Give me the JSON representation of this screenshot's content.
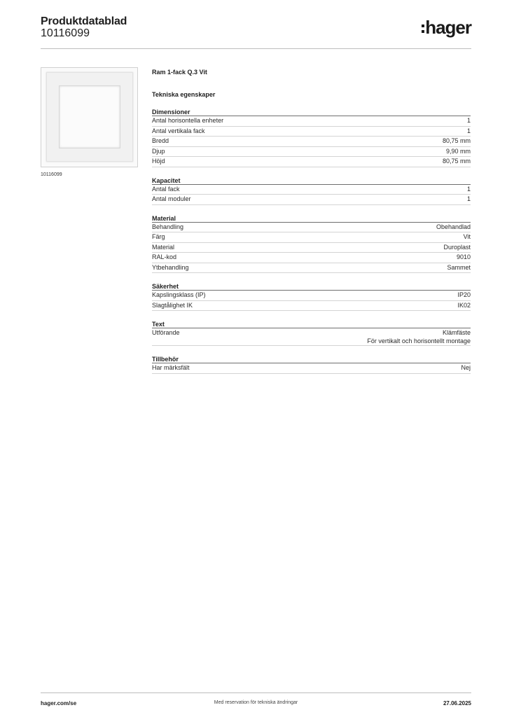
{
  "header": {
    "title": "Produktdatablad",
    "number": "10116099",
    "logo_text": "hager"
  },
  "image": {
    "caption": "10116099"
  },
  "product": {
    "title": "Ram 1-fack Q.3 Vit",
    "spec_heading": "Tekniska egenskaper"
  },
  "sections": [
    {
      "title": "Dimensioner",
      "rows": [
        {
          "label": "Antal horisontella enheter",
          "value": "1"
        },
        {
          "label": "Antal vertikala fack",
          "value": "1"
        },
        {
          "label": "Bredd",
          "value": "80,75 mm"
        },
        {
          "label": "Djup",
          "value": "9,90 mm"
        },
        {
          "label": "Höjd",
          "value": "80,75 mm"
        }
      ]
    },
    {
      "title": "Kapacitet",
      "rows": [
        {
          "label": "Antal fack",
          "value": "1"
        },
        {
          "label": "Antal moduler",
          "value": "1"
        }
      ]
    },
    {
      "title": "Material",
      "rows": [
        {
          "label": "Behandling",
          "value": "Obehandlad"
        },
        {
          "label": "Färg",
          "value": "Vit"
        },
        {
          "label": "Material",
          "value": "Duroplast"
        },
        {
          "label": "RAL-kod",
          "value": "9010"
        },
        {
          "label": "Ytbehandling",
          "value": "Sammet"
        }
      ]
    },
    {
      "title": "Säkerhet",
      "rows": [
        {
          "label": "Kapslingsklass (IP)",
          "value": "IP20"
        },
        {
          "label": "Slagtålighet IK",
          "value": "IK02"
        }
      ]
    },
    {
      "title": "Text",
      "rows": [
        {
          "label": "Utförande",
          "value": "Klämfäste",
          "value2": "För vertikalt och horisontellt montage"
        }
      ]
    },
    {
      "title": "Tillbehör",
      "rows": [
        {
          "label": "Har märksfält",
          "value": "Nej"
        }
      ]
    }
  ],
  "footer": {
    "website": "hager.com/se",
    "disclaimer": "Med reservation för tekniska ändringar",
    "date": "27.06.2025"
  }
}
